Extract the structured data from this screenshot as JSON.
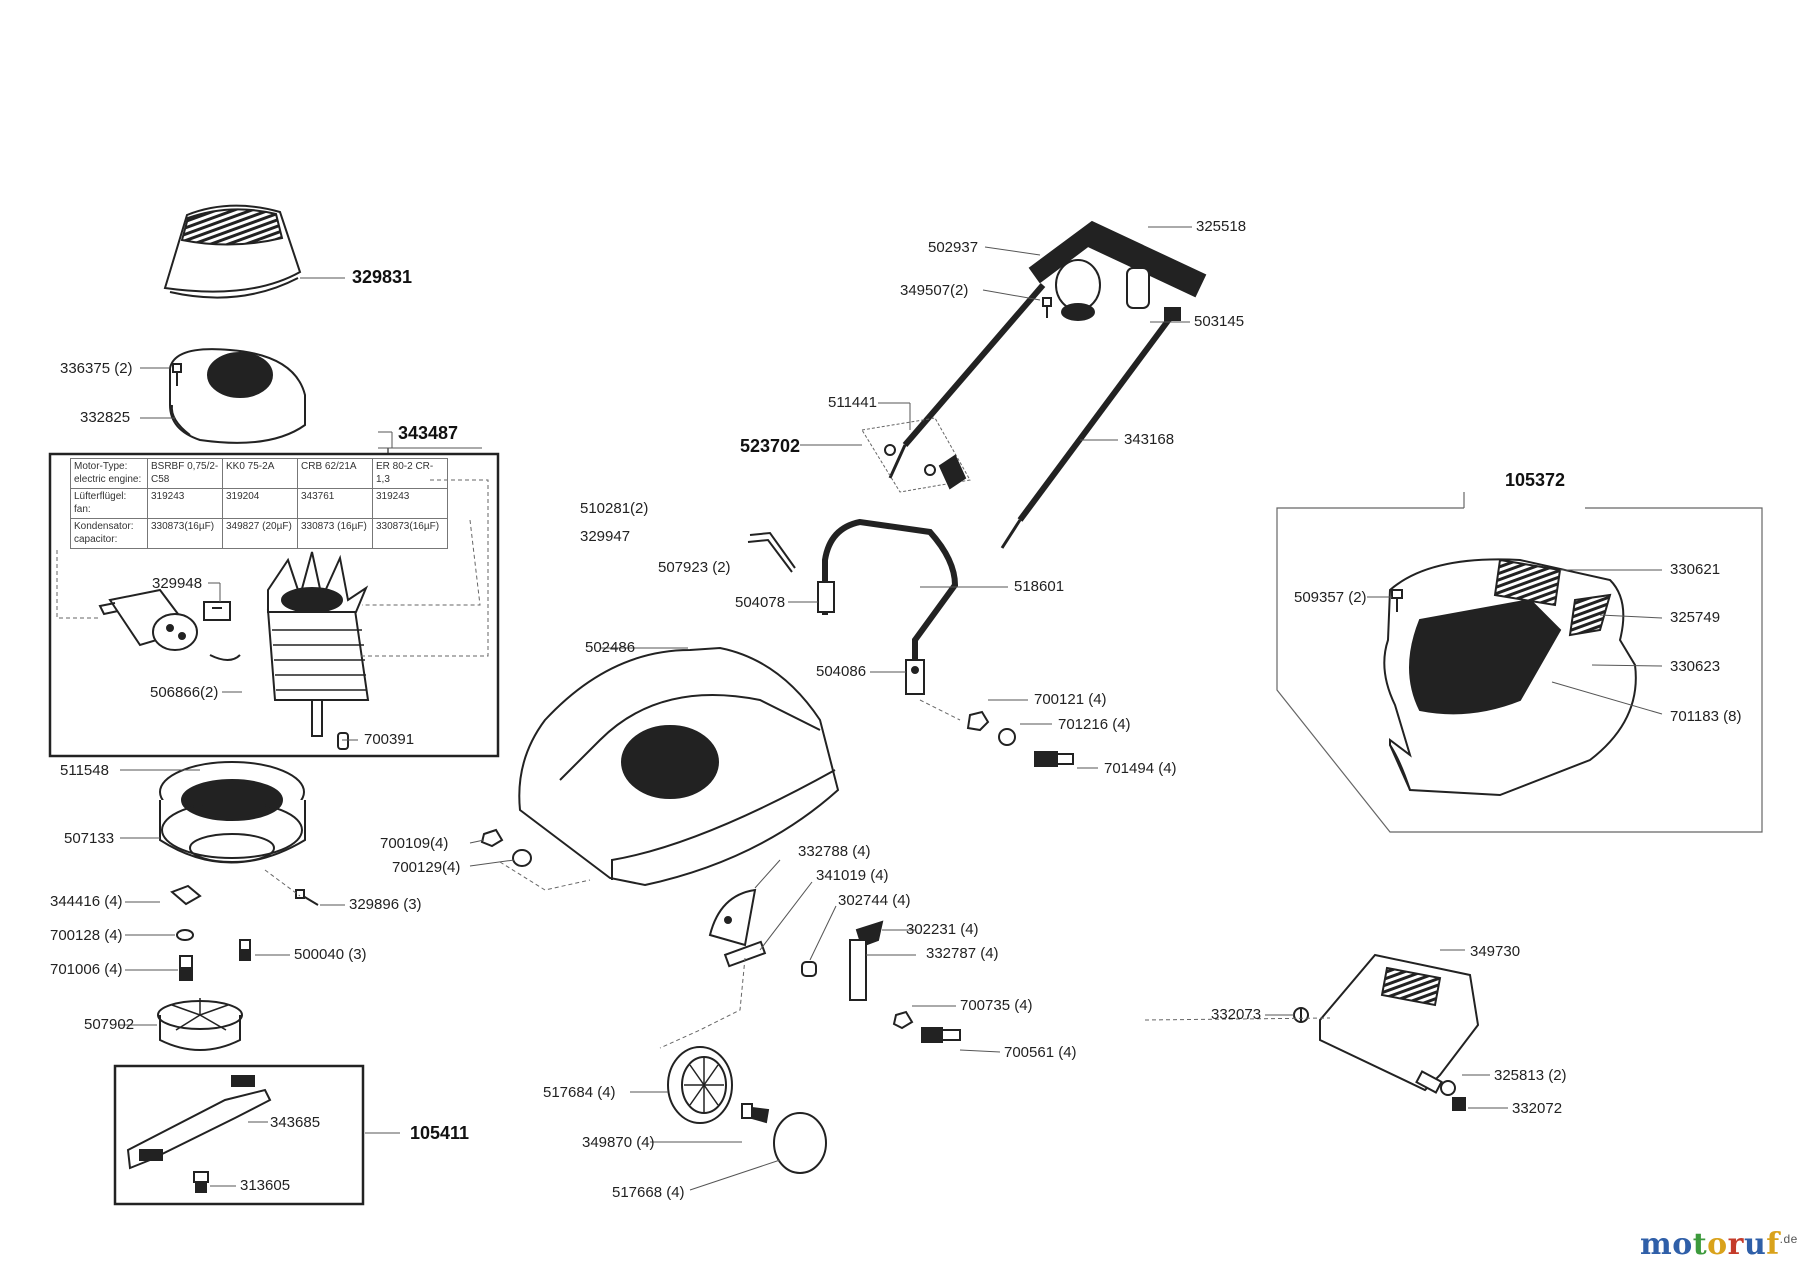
{
  "labels": {
    "p329831": "329831",
    "p336375": "336375 (2)",
    "p332825": "332825",
    "p343487": "343487",
    "p329948": "329948",
    "p506866": "506866(2)",
    "p700391": "700391",
    "p511548": "511548",
    "p507133": "507133",
    "p344416": "344416 (4)",
    "p329896": "329896 (3)",
    "p700128": "700128 (4)",
    "p500040": "500040 (3)",
    "p701006": "701006 (4)",
    "p507902": "507902",
    "p343685": "343685",
    "p105411": "105411",
    "p313605": "313605",
    "p502937": "502937",
    "p325518": "325518",
    "p349507": "349507(2)",
    "p503145": "503145",
    "p511441": "511441",
    "p523702": "523702",
    "p343168": "343168",
    "p510281": "510281(2)",
    "p329947": "329947",
    "p507923": "507923 (2)",
    "p504078": "504078",
    "p518601": "518601",
    "p502486": "502486",
    "p504086": "504086",
    "p700121": "700121 (4)",
    "p701216": "701216 (4)",
    "p701494": "701494 (4)",
    "p700109": "700109(4)",
    "p700129": "700129(4)",
    "p332788": "332788 (4)",
    "p341019": "341019 (4)",
    "p302744": "302744 (4)",
    "p302231": "302231 (4)",
    "p332787": "332787 (4)",
    "p700735": "700735 (4)",
    "p700561": "700561 (4)",
    "p517684": "517684 (4)",
    "p349870": "349870 (4)",
    "p517668": "517668 (4)",
    "p105372": "105372",
    "p330621": "330621",
    "p509357": "509357 (2)",
    "p325749": "325749",
    "p330623": "330623",
    "p701183": "701183 (8)",
    "p349730": "349730",
    "p332073": "332073",
    "p325813": "325813 (2)",
    "p332072": "332072"
  },
  "spec_table": {
    "rows": [
      {
        "header": "Motor-Type: electric engine:",
        "cells": [
          "BSRBF 0,75/2-C58",
          "KK0 75-2A",
          "CRB 62/21A",
          "ER 80-2 CR-1,3"
        ]
      },
      {
        "header": "Lüfterflügel: fan:",
        "cells": [
          "319243",
          "319204",
          "343761",
          "319243"
        ]
      },
      {
        "header": "Kondensator: capacitor:",
        "cells": [
          "330873(16µF)",
          "349827 (20µF)",
          "330873 (16µF)",
          "330873(16µF)"
        ]
      }
    ]
  },
  "watermark": {
    "text": "motoruf",
    "suffix": ".de",
    "colors": [
      "#2f5fa8",
      "#2f5fa8",
      "#3c9a3c",
      "#d9a21b",
      "#c43b2a",
      "#2f5fa8",
      "#d9a21b"
    ]
  }
}
